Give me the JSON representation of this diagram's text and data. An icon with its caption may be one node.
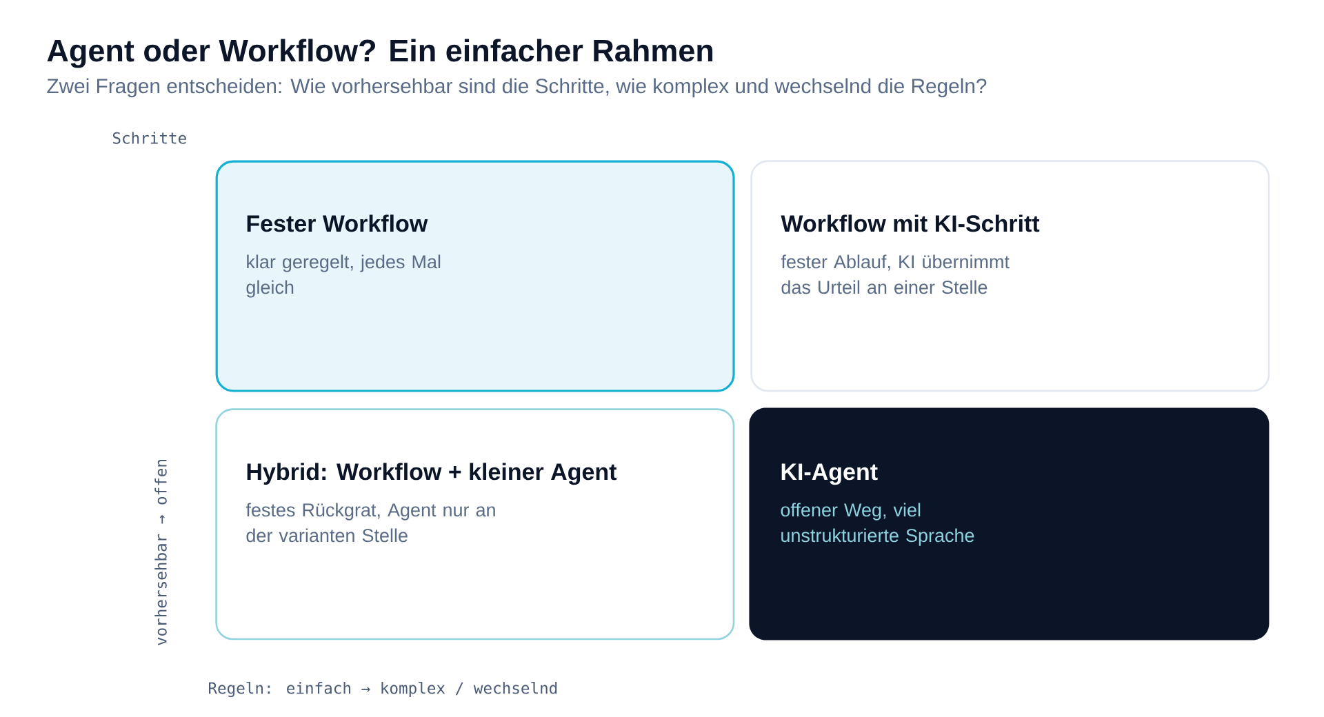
{
  "diagram": {
    "title": "Agent oder Workflow? Ein einfacher Rahmen",
    "caption": "Zwei Fragen entscheiden: Wie vorhersehbar sind die Schritte, wie komplex und wechselnd die Regeln?",
    "nodes": [
      {
        "text": [
          "Fester Workflow",
          "klar geregelt, jedes Mal gleich"
        ]
      },
      {
        "text": [
          "Workflow mit KI-Schritt",
          "fester Ablauf, KI übernimmt das Urteil an einer Stelle"
        ]
      },
      {
        "text": [
          "Hybrid: Workflow + kleiner Agent",
          "festes Rückgrat, Agent nur an der varianten Stelle"
        ]
      },
      {
        "text": [
          "KI-Agent",
          "offener Weg, viel unstrukturierte Sprache"
        ]
      }
    ],
    "labels": [
      "Schritte",
      "vorhersehbar → offen",
      "Regeln: einfach → komplex / wechselnd"
    ]
  }
}
